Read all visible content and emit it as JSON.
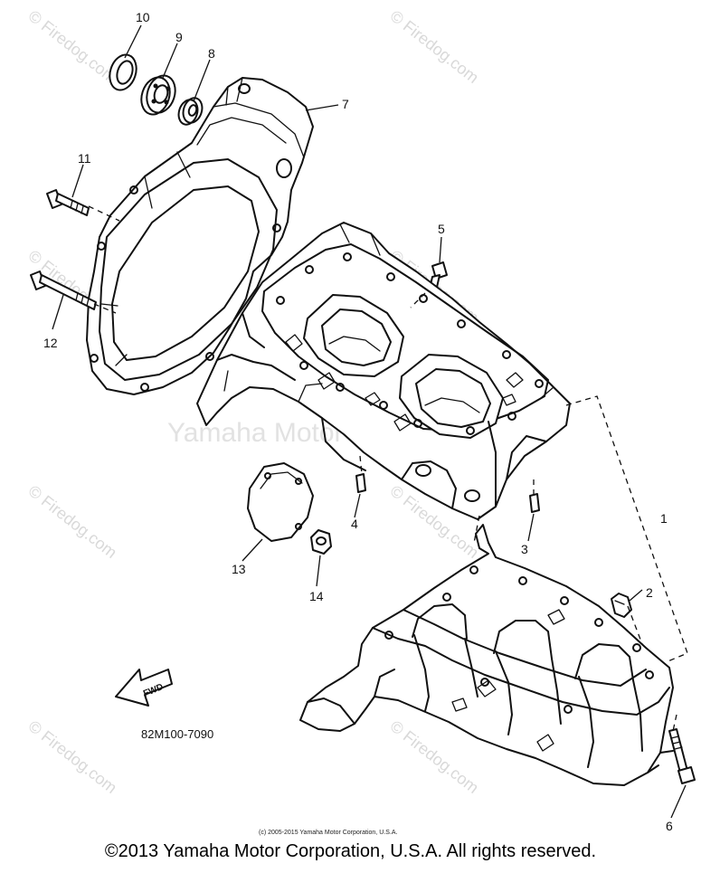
{
  "watermark": {
    "site": "© Firedog.com",
    "brand": "Yamaha Motor Corp"
  },
  "part_numbers": [
    "1",
    "2",
    "3",
    "4",
    "5",
    "6",
    "7",
    "8",
    "9",
    "10",
    "11",
    "12",
    "13",
    "14"
  ],
  "fwd_label": "FWD",
  "diagram_code": "82M100-7090",
  "small_credit": "(c) 2005-2015 Yamaha Motor Corporation, U.S.A.",
  "copyright": "©2013 Yamaha Motor Corporation, U.S.A. All rights reserved."
}
